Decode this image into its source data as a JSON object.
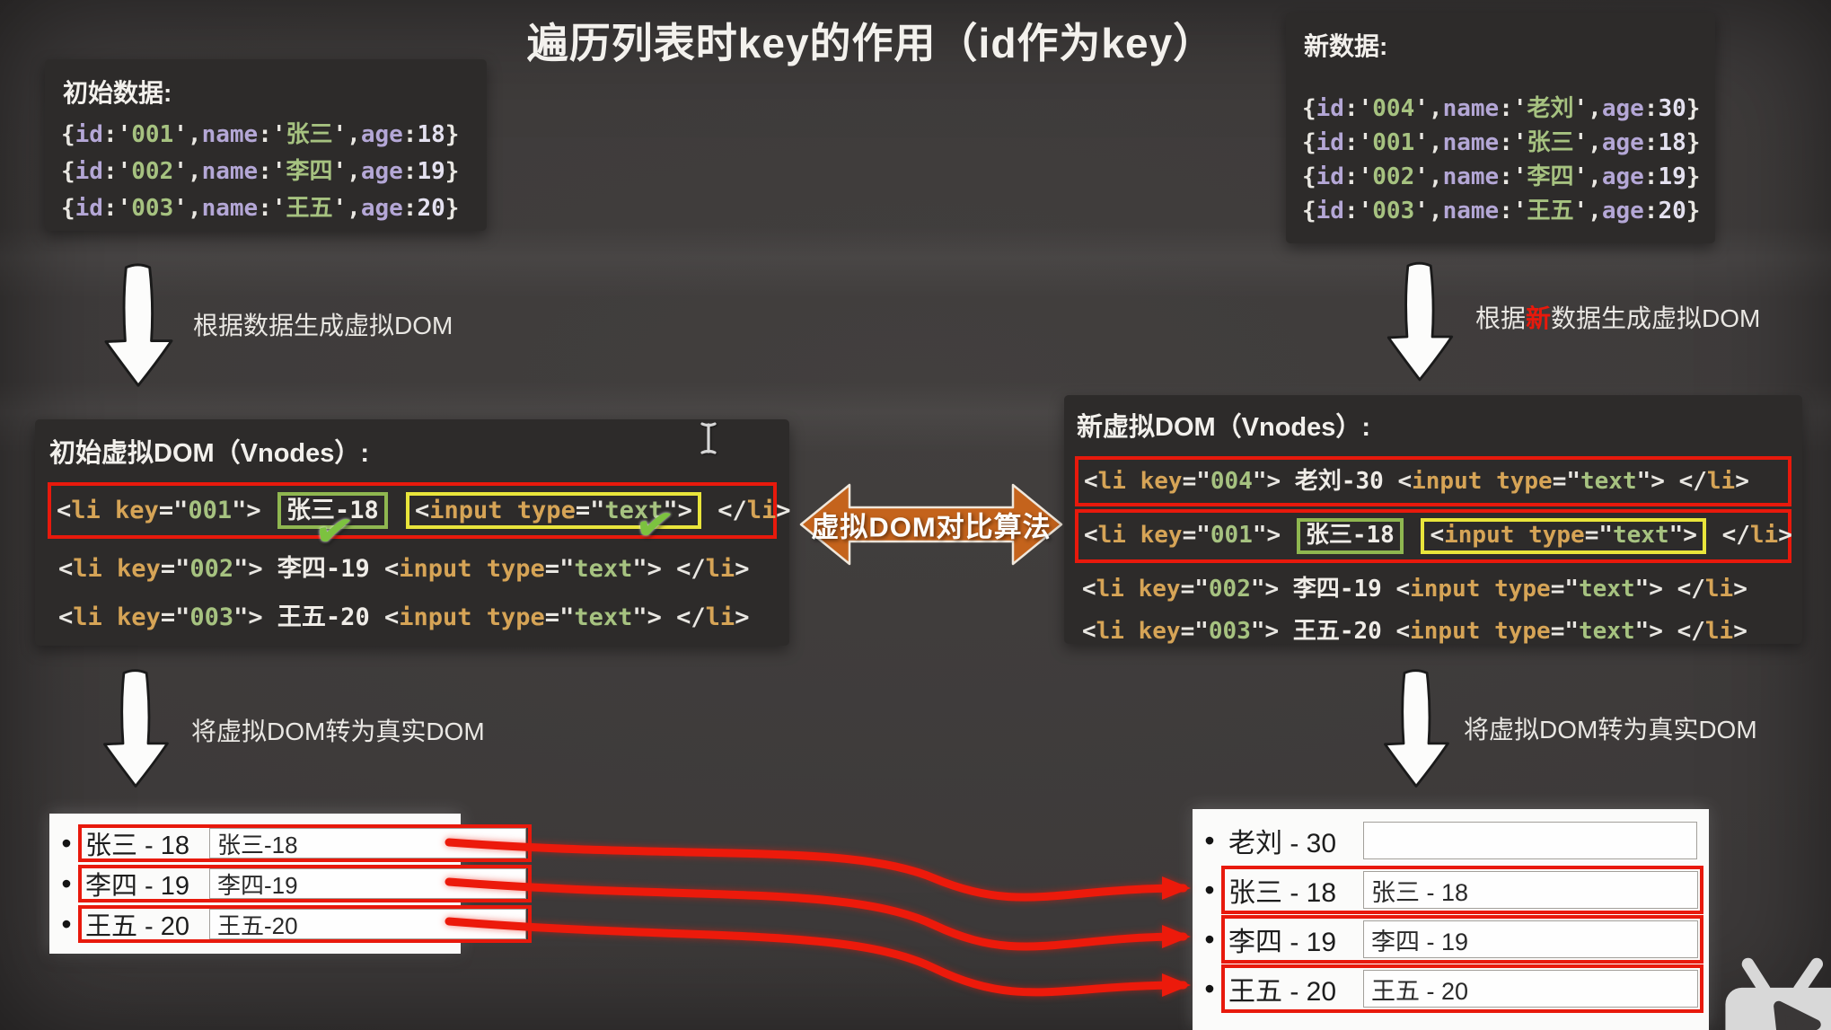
{
  "title": "遍历列表时key的作用（id作为key）",
  "colors": {
    "accent_red": "#e8190c",
    "frame_green": "#8fb750",
    "frame_yellow": "#e9e53b",
    "arrow_orange": "#c4631c",
    "code_keyword": "#d6a456",
    "code_value": "#a6c280",
    "code_property": "#b4a7d6",
    "check_green": "#7cc23f"
  },
  "icons": {
    "bullet": "•",
    "check": "✔",
    "watermark": "bilibili-tv",
    "cursor": "text-ibeam"
  },
  "initial_data": {
    "header": "初始数据:",
    "lines": [
      "{id:'001',name:'张三',age:18}",
      "{id:'002',name:'李四',age:19}",
      "{id:'003',name:'王五',age:20}"
    ]
  },
  "new_data": {
    "header": "新数据:",
    "lines": [
      "{id:'004',name:'老刘',age:30}",
      "{id:'001',name:'张三',age:18}",
      "{id:'002',name:'李四',age:19}",
      "{id:'003',name:'王五',age:20}"
    ]
  },
  "labels": {
    "gen_left": "根据数据生成虚拟DOM",
    "gen_right_prefix": "根据",
    "gen_right_new": "新",
    "gen_right_suffix": "数据生成虚拟DOM",
    "diff_algorithm": "虚拟DOM对比算法",
    "to_real_left": "将虚拟DOM转为真实DOM",
    "to_real_right": "将虚拟DOM转为真实DOM"
  },
  "vdom_initial": {
    "header": "初始虚拟DOM（Vnodes）:",
    "rows": [
      {
        "frame": true,
        "parts": [
          {
            "code": "<li key=\"001\"> "
          },
          {
            "code": "张三-18",
            "box": "green",
            "check": "br"
          },
          {
            "code": " "
          },
          {
            "code": "<input type=\"text\">",
            "box": "yellow",
            "check": "right"
          },
          {
            "code": " </li>"
          }
        ]
      },
      {
        "frame": false,
        "parts": [
          {
            "code": "<li key=\"002\"> 李四-19 <input type=\"text\"> </li>"
          }
        ]
      },
      {
        "frame": false,
        "parts": [
          {
            "code": "<li key=\"003\"> 王五-20 <input type=\"text\"> </li>"
          }
        ]
      }
    ]
  },
  "vdom_new": {
    "header": "新虚拟DOM（Vnodes）:",
    "rows": [
      {
        "frame": true,
        "parts": [
          {
            "code": "<li key=\"004\"> 老刘-30 <input type=\"text\"> </li>"
          }
        ]
      },
      {
        "frame": true,
        "parts": [
          {
            "code": "<li key=\"001\"> "
          },
          {
            "code": "张三-18",
            "box": "green"
          },
          {
            "code": " "
          },
          {
            "code": "<input type=\"text\">",
            "box": "yellow"
          },
          {
            "code": " </li>"
          }
        ]
      },
      {
        "frame": false,
        "parts": [
          {
            "code": "<li key=\"002\"> 李四-19 <input type=\"text\"> </li>"
          }
        ]
      },
      {
        "frame": false,
        "parts": [
          {
            "code": "<li key=\"003\"> 王五-20 <input type=\"text\"> </li>"
          }
        ]
      }
    ]
  },
  "dom_initial": {
    "rows": [
      {
        "label": "张三 - 18",
        "input": "张三-18",
        "framed": true
      },
      {
        "label": "李四 - 19",
        "input": "李四-19",
        "framed": true
      },
      {
        "label": "王五 - 20",
        "input": "王五-20",
        "framed": true
      }
    ]
  },
  "dom_new": {
    "rows": [
      {
        "label": "老刘 - 30",
        "input": "",
        "framed": false
      },
      {
        "label": "张三 - 18",
        "input": "张三 - 18",
        "framed": true
      },
      {
        "label": "李四 - 19",
        "input": "李四 - 19",
        "framed": true
      },
      {
        "label": "王五 - 20",
        "input": "王五 - 20",
        "framed": true
      }
    ]
  }
}
